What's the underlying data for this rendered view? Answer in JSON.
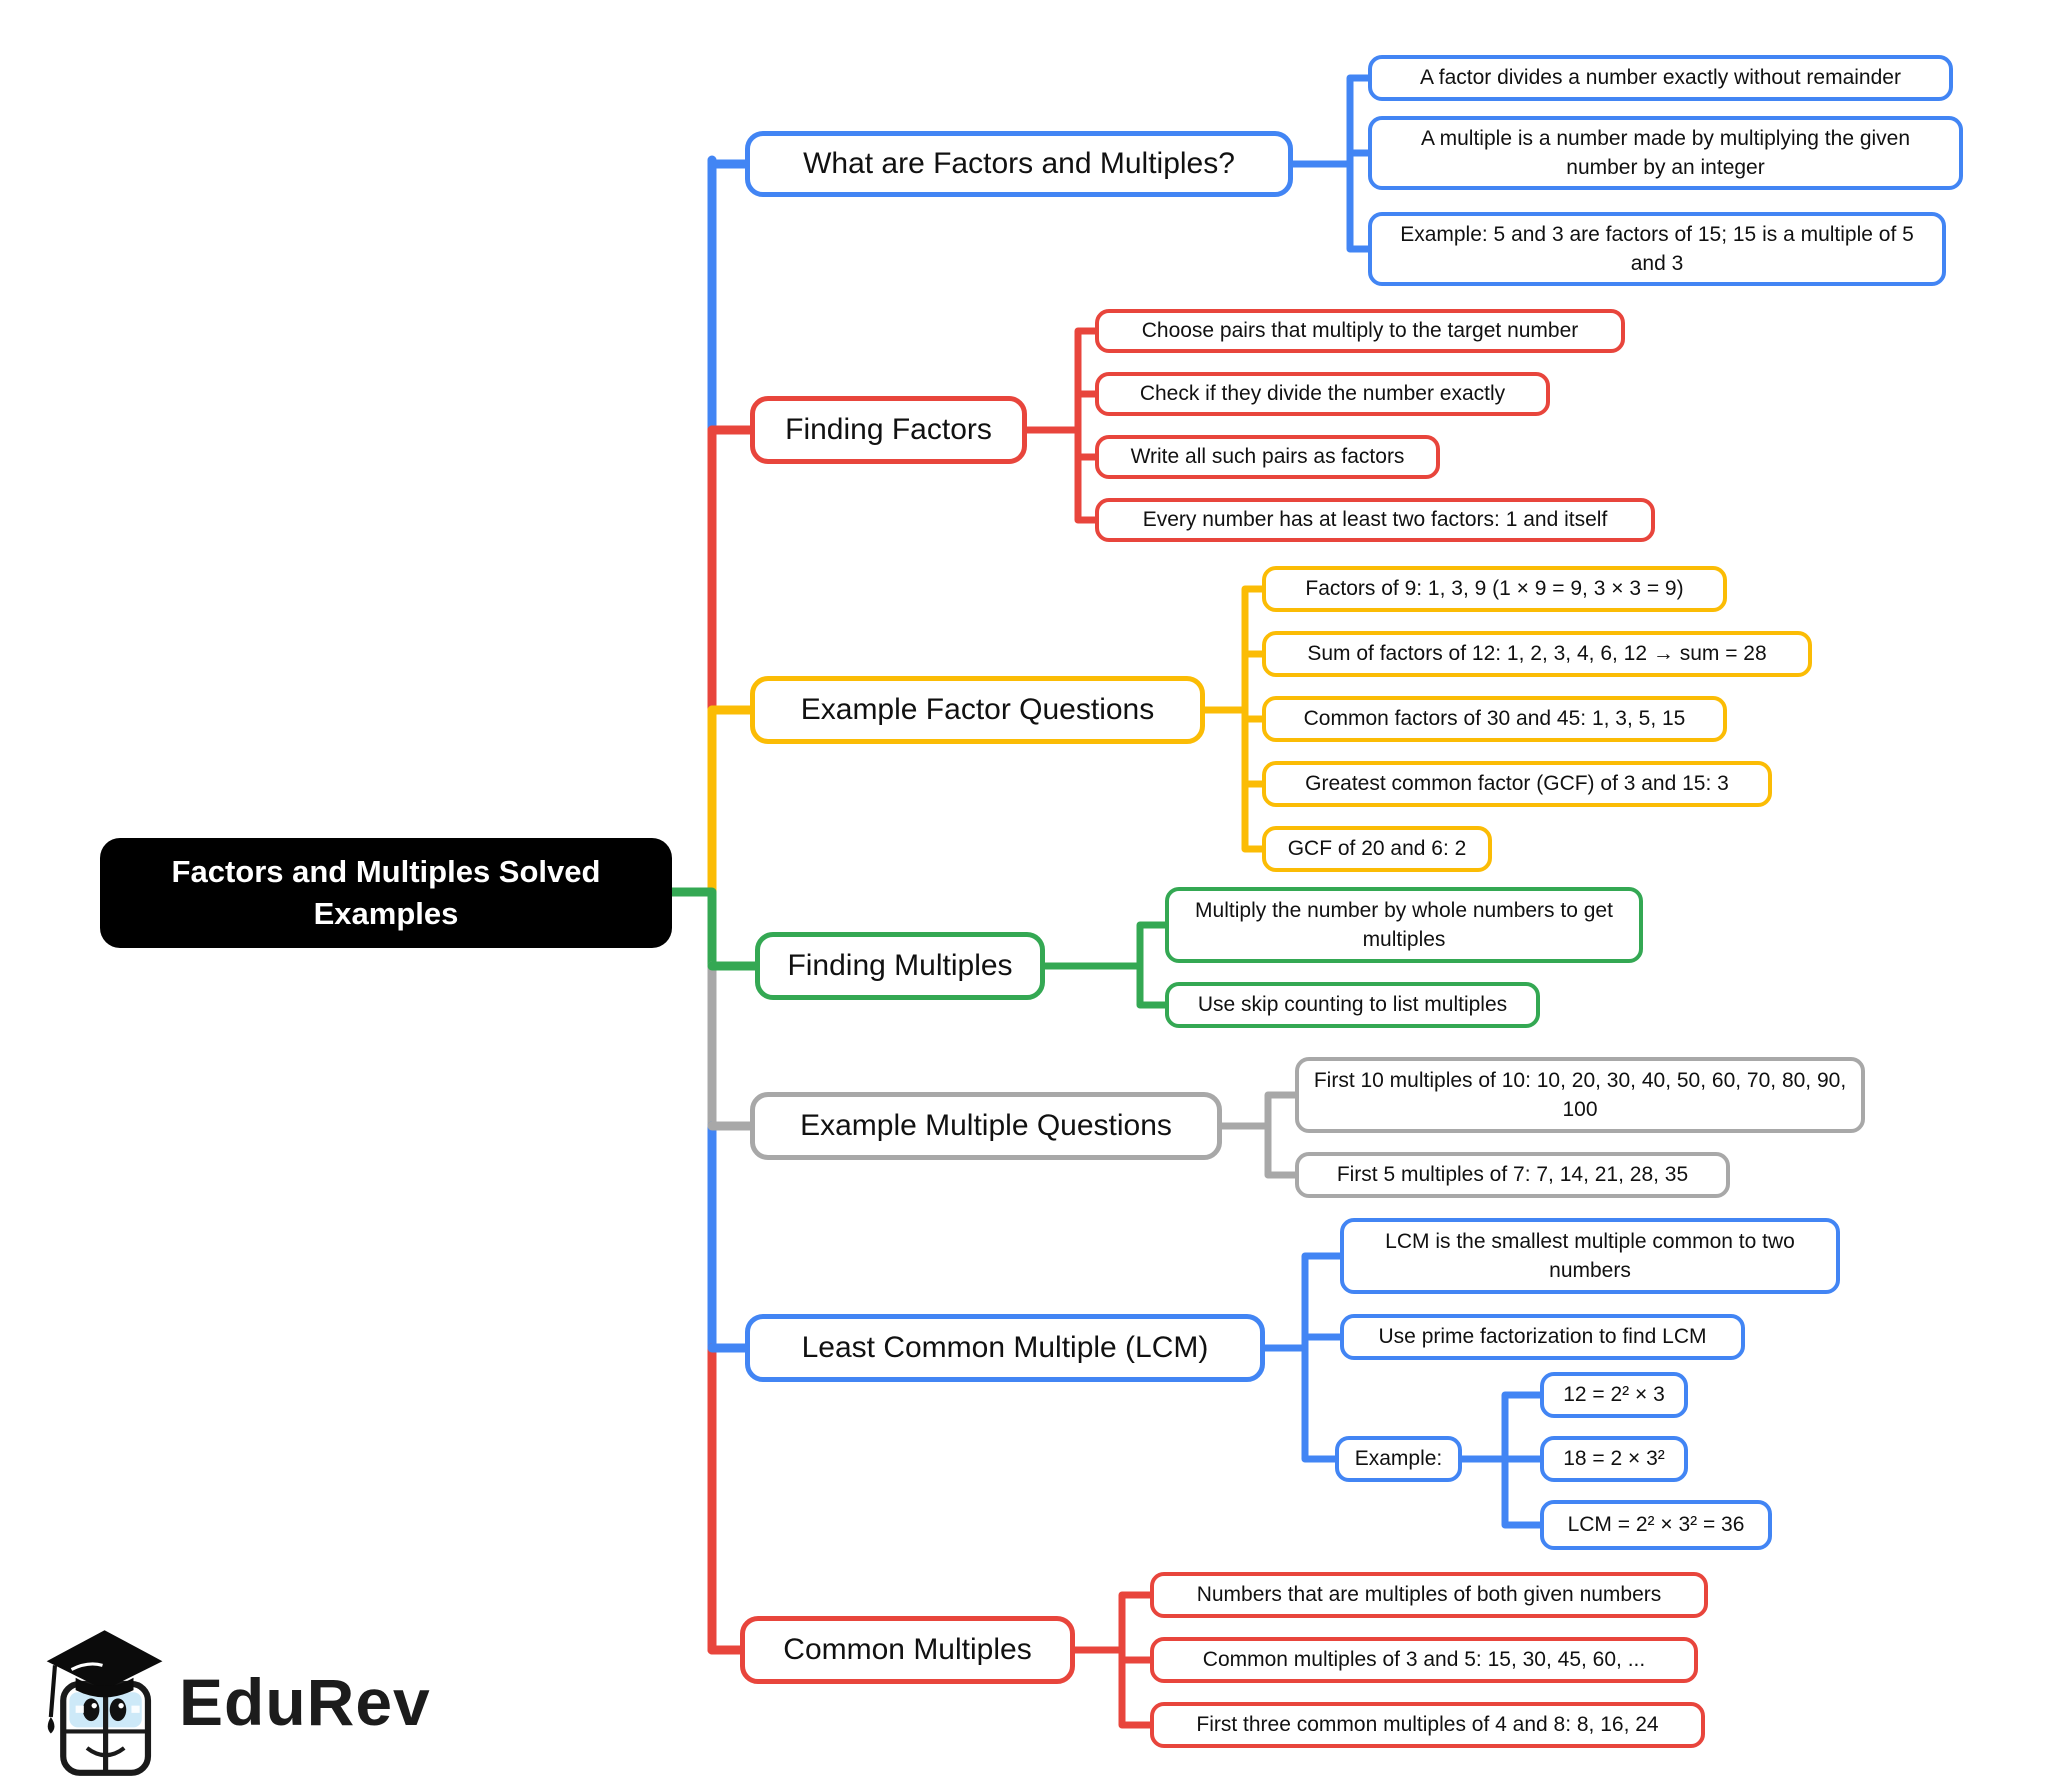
{
  "palette": {
    "blue": "#4285F4",
    "red": "#E8453C",
    "yellow": "#FBBC05",
    "green": "#34A853",
    "gray": "#A8A8A8",
    "root_background": "#000000",
    "root_text": "#FFFFFF"
  },
  "root": {
    "label": "Factors and Multiples Solved Examples"
  },
  "branches": [
    {
      "label": "What are Factors and Multiples?",
      "color": "blue",
      "children": [
        {
          "text": "A factor divides a number exactly without remainder"
        },
        {
          "text": "A multiple is a number made by multiplying the given number by an integer"
        },
        {
          "text": "Example: 5 and 3 are factors of 15; 15 is a multiple of 5 and 3"
        }
      ]
    },
    {
      "label": "Finding Factors",
      "color": "red",
      "children": [
        {
          "text": "Choose pairs that multiply to the target number"
        },
        {
          "text": "Check if they divide the number exactly"
        },
        {
          "text": "Write all such pairs as factors"
        },
        {
          "text": "Every number has at least two factors: 1 and itself"
        }
      ]
    },
    {
      "label": "Example Factor Questions",
      "color": "yellow",
      "children": [
        {
          "text": "Factors of 9: 1, 3, 9 (1 × 9 = 9, 3 × 3 = 9)"
        },
        {
          "text": "Sum of factors of 12: 1, 2, 3, 4, 6, 12 → sum = 28"
        },
        {
          "text": "Common factors of 30 and 45: 1, 3, 5, 15"
        },
        {
          "text": "Greatest common factor (GCF) of 3 and 15: 3"
        },
        {
          "text": "GCF of 20 and 6: 2"
        }
      ]
    },
    {
      "label": "Finding Multiples",
      "color": "green",
      "children": [
        {
          "text": "Multiply the number by whole numbers to get multiples"
        },
        {
          "text": "Use skip counting to list multiples"
        }
      ]
    },
    {
      "label": "Example Multiple Questions",
      "color": "gray",
      "children": [
        {
          "text": "First 10 multiples of 10: 10, 20, 30, 40, 50, 60, 70, 80, 90, 100"
        },
        {
          "text": "First 5 multiples of 7: 7, 14, 21, 28, 35"
        }
      ]
    },
    {
      "label": "Least Common Multiple (LCM)",
      "color": "blue",
      "children": [
        {
          "text": "LCM is the smallest multiple common to two numbers"
        },
        {
          "text": "Use prime factorization to find LCM"
        },
        {
          "text": "Example:",
          "children": [
            {
              "text": "12 = 2² × 3"
            },
            {
              "text": "18 = 2 × 3²"
            },
            {
              "text": "LCM = 2² × 3² = 36"
            }
          ]
        }
      ]
    },
    {
      "label": "Common Multiples",
      "color": "red",
      "children": [
        {
          "text": "Numbers that are multiples of both given numbers"
        },
        {
          "text": "Common multiples of 3 and 5: 15, 30, 45, 60, ..."
        },
        {
          "text": "First three common multiples of 4 and 8: 8, 16, 24"
        }
      ]
    }
  ],
  "logo": {
    "text": "EduRev"
  }
}
